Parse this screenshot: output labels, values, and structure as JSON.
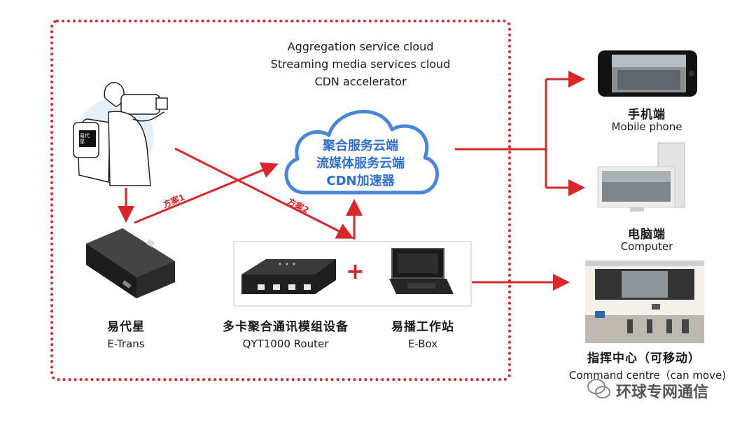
{
  "cloud_services": {
    "english_lines": [
      "Aggregation service cloud",
      "Streaming media services cloud",
      "CDN accelerator"
    ],
    "chinese_lines": [
      "聚合服务云端",
      "流媒体服务云端",
      "CDN加速器"
    ]
  },
  "schemes": {
    "scheme1": "方案1",
    "scheme2": "方案2"
  },
  "devices": {
    "etrans": {
      "cn": "易代星",
      "en": "E-Trans"
    },
    "router": {
      "cn": "多卡聚合通讯模组设备",
      "en": "QYT1000 Router"
    },
    "ebox": {
      "cn": "易播工作站",
      "en": "E-Box"
    }
  },
  "plus_sign": "+",
  "endpoints": {
    "mobile": {
      "cn": "手机端",
      "en": "Mobile phone"
    },
    "computer": {
      "cn": "电脑端",
      "en": "Computer"
    },
    "command": {
      "cn": "指挥中心（可移动）",
      "en": "Command centre（can move)"
    }
  },
  "backpack_label": "易代星",
  "watermark": "环球专网通信",
  "colors": {
    "arrow_red": "#d9262a",
    "cloud_blue": "#4a86d8",
    "border_red": "#d9262a"
  }
}
